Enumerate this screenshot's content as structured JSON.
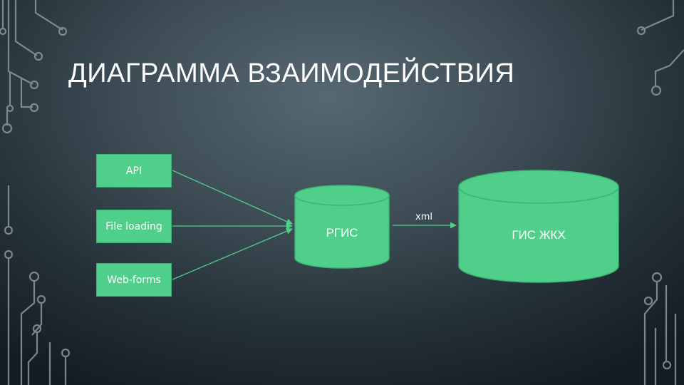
{
  "title": "ДИАГРАММА ВЗАИМОДЕЙСТВИЯ",
  "colors": {
    "node_fill": "#4fcf8a",
    "edge": "#4fcf8a",
    "text": "#ffffff",
    "circuit": "#8d979e"
  },
  "diagram": {
    "sources": [
      {
        "id": "api",
        "label": "API"
      },
      {
        "id": "file",
        "label": "File loading"
      },
      {
        "id": "web",
        "label": "Web-forms"
      }
    ],
    "nodes": {
      "rgis": {
        "label": "РГИС",
        "shape": "cylinder"
      },
      "gis_zhkh": {
        "label": "ГИС ЖКХ",
        "shape": "cylinder"
      }
    },
    "edges": [
      {
        "from": "api",
        "to": "rgis",
        "label": ""
      },
      {
        "from": "file",
        "to": "rgis",
        "label": ""
      },
      {
        "from": "web",
        "to": "rgis",
        "label": ""
      },
      {
        "from": "rgis",
        "to": "gis_zhkh",
        "label": "xml"
      }
    ]
  }
}
